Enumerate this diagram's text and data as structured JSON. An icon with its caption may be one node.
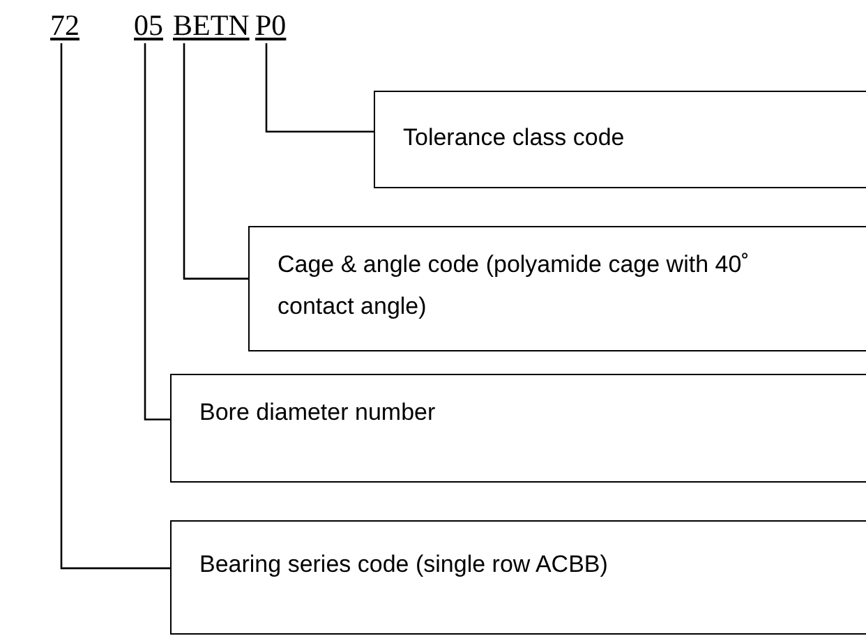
{
  "diagram": {
    "nodes": [
      {
        "text": [
          "72"
        ]
      },
      {
        "text": [
          "05"
        ]
      },
      {
        "text": [
          "BETN"
        ]
      },
      {
        "text": [
          "P0"
        ]
      },
      {
        "text": [
          "Tolerance class code"
        ]
      },
      {
        "text": [
          "Cage & angle code (polyamide cage with 40˚ contact angle)"
        ]
      },
      {
        "text": [
          "Bore diameter number"
        ]
      },
      {
        "text": [
          "Bearing series code (single row ACBB)"
        ]
      }
    ],
    "edges": [
      {
        "from": 3,
        "to": 4,
        "arrow": "none"
      },
      {
        "from": 2,
        "to": 5,
        "arrow": "none"
      },
      {
        "from": 1,
        "to": 6,
        "arrow": "none"
      },
      {
        "from": 0,
        "to": 7,
        "arrow": "none"
      }
    ]
  }
}
